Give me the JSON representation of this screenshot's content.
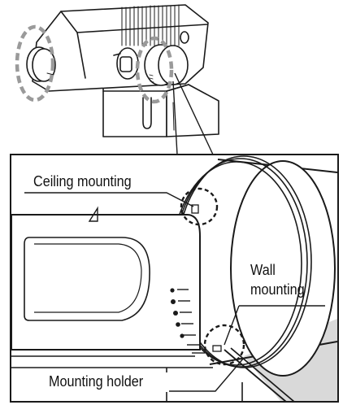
{
  "labels": {
    "ceiling_mounting": "Ceiling mounting",
    "wall_mounting_line1": "Wall",
    "wall_mounting_line2": "mounting",
    "mounting_holder": "Mounting holder"
  },
  "colors": {
    "line": "#1a1a1a",
    "highlight_circle": "#9a9a9a",
    "shadow_band": "#d9d9d9",
    "background": "#ffffff"
  }
}
